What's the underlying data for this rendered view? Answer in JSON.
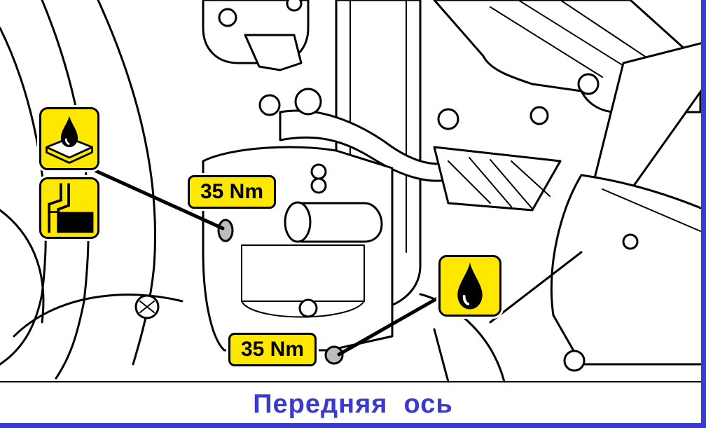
{
  "caption": "Передняя  ось",
  "callouts": {
    "upper_torque": "35 Nm",
    "lower_torque": "35 Nm"
  },
  "icons": {
    "fill": "oil-fill-plug-icon",
    "level": "oil-level-icon",
    "drain": "oil-drain-icon"
  },
  "colors": {
    "callout_fill": "#ffe800",
    "caption": "#3a3acb",
    "frame": "#3a3acb"
  }
}
